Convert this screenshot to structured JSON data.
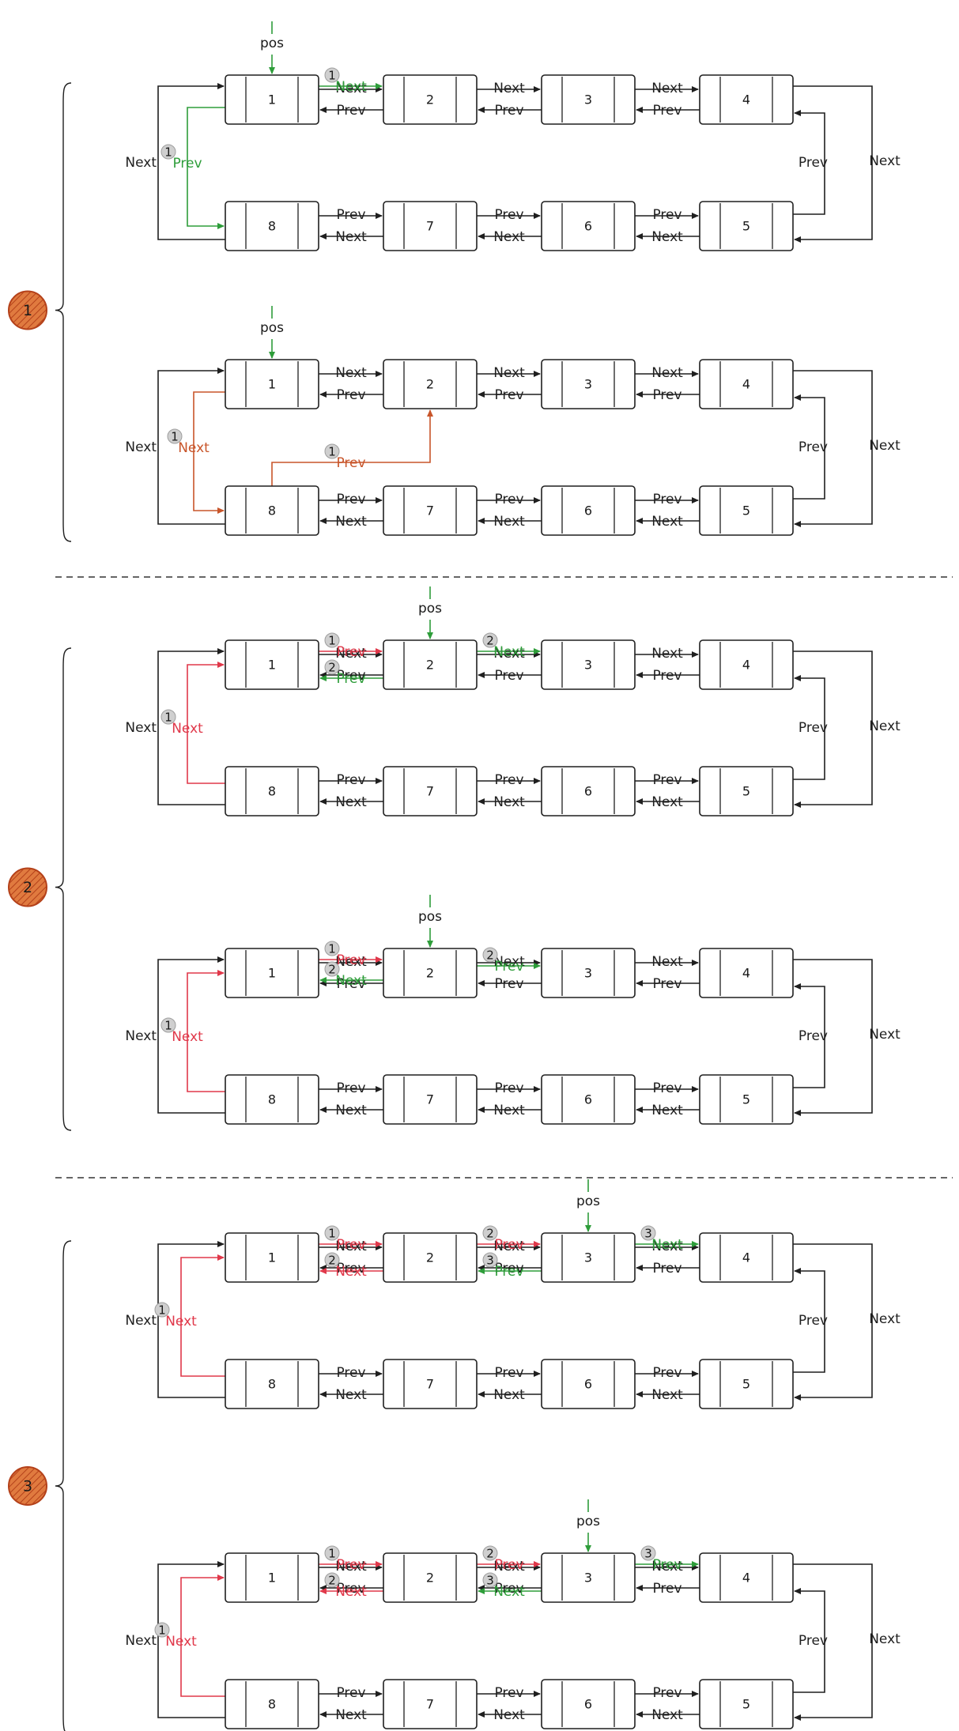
{
  "labels": {
    "next": "Next",
    "prev": "Prev",
    "pos": "pos"
  },
  "colors": {
    "black": "#1f1f1f",
    "green": "#2e9d3a",
    "orange": "#c8552a",
    "red": "#e0384a",
    "badge_fill": "#d8692f",
    "badge_stroke": "#b4411a",
    "step_circle": "#cfcfcf"
  },
  "sections": [
    {
      "step": "1",
      "diagrams": [
        {
          "nodes": [
            "1",
            "2",
            "3",
            "4",
            "8",
            "7",
            "6",
            "5"
          ],
          "pos_node": "1",
          "highlight": [
            {
              "color": "green",
              "text": "Next",
              "num": "1",
              "from": "1",
              "to": "2"
            },
            {
              "color": "green",
              "text": "Prev",
              "num": "1",
              "from": "1",
              "to": "8"
            }
          ]
        },
        {
          "nodes": [
            "1",
            "2",
            "3",
            "4",
            "8",
            "7",
            "6",
            "5"
          ],
          "pos_node": "1",
          "highlight": [
            {
              "color": "orange",
              "text": "Next",
              "num": "1",
              "from": "1",
              "to": "8"
            },
            {
              "color": "orange",
              "text": "Prev",
              "num": "1",
              "from": "8",
              "to": "2"
            }
          ]
        }
      ]
    },
    {
      "step": "2",
      "diagrams": [
        {
          "nodes": [
            "1",
            "2",
            "3",
            "4",
            "8",
            "7",
            "6",
            "5"
          ],
          "pos_node": "2",
          "highlight": [
            {
              "color": "red",
              "text": "Prev",
              "num": "1",
              "from": "1",
              "to": "2"
            },
            {
              "color": "red",
              "text": "Next",
              "num": "1",
              "from": "8",
              "to": "1"
            },
            {
              "color": "green",
              "text": "Next",
              "num": "2",
              "from": "2",
              "to": "3"
            },
            {
              "color": "green",
              "text": "Prev",
              "num": "2",
              "from": "2",
              "to": "1"
            }
          ]
        },
        {
          "nodes": [
            "1",
            "2",
            "3",
            "4",
            "8",
            "7",
            "6",
            "5"
          ],
          "pos_node": "2",
          "highlight": [
            {
              "color": "red",
              "text": "Prev",
              "num": "1",
              "from": "1",
              "to": "2"
            },
            {
              "color": "red",
              "text": "Next",
              "num": "1",
              "from": "8",
              "to": "1"
            },
            {
              "color": "green",
              "text": "Next",
              "num": "2",
              "from": "2",
              "to": "1"
            },
            {
              "color": "green",
              "text": "Prev",
              "num": "2",
              "from": "2",
              "to": "3"
            }
          ]
        }
      ]
    },
    {
      "step": "3",
      "diagrams": [
        {
          "nodes": [
            "1",
            "2",
            "3",
            "4",
            "8",
            "7",
            "6",
            "5"
          ],
          "pos_node": "3",
          "highlight": [
            {
              "color": "red",
              "text": "Prev",
              "num": "1",
              "from": "1",
              "to": "2"
            },
            {
              "color": "red",
              "text": "Next",
              "num": "2",
              "from": "2",
              "to": "1"
            },
            {
              "color": "red",
              "text": "Prev",
              "num": "2",
              "from": "2",
              "to": "3"
            },
            {
              "color": "green",
              "text": "Prev",
              "num": "3",
              "from": "3",
              "to": "2"
            },
            {
              "color": "green",
              "text": "Next",
              "num": "3",
              "from": "3",
              "to": "4"
            },
            {
              "color": "red",
              "text": "Next",
              "num": "1",
              "from": "8",
              "to": "1"
            }
          ]
        },
        {
          "nodes": [
            "1",
            "2",
            "3",
            "4",
            "8",
            "7",
            "6",
            "5"
          ],
          "pos_node": "3",
          "highlight": [
            {
              "color": "red",
              "text": "Prev",
              "num": "1",
              "from": "1",
              "to": "2"
            },
            {
              "color": "red",
              "text": "Next",
              "num": "2",
              "from": "2",
              "to": "1"
            },
            {
              "color": "red",
              "text": "Prev",
              "num": "2",
              "from": "2",
              "to": "3"
            },
            {
              "color": "green",
              "text": "Next",
              "num": "3",
              "from": "3",
              "to": "2"
            },
            {
              "color": "green",
              "text": "Prev",
              "num": "3",
              "from": "3",
              "to": "4"
            },
            {
              "color": "red",
              "text": "Next",
              "num": "1",
              "from": "8",
              "to": "1"
            }
          ]
        }
      ]
    }
  ]
}
